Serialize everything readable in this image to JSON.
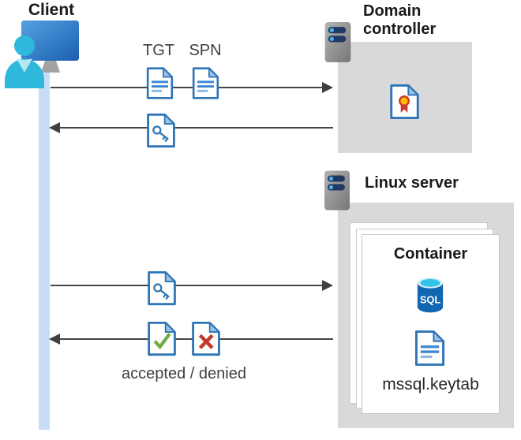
{
  "diagram": {
    "client": {
      "label": "Client",
      "icon": "client-user-monitor-icon"
    },
    "domain_controller": {
      "label": "Domain controller",
      "icon": "server-icon",
      "badge_icon": "certificate-icon"
    },
    "linux_server": {
      "label": "Linux server",
      "icon": "server-icon",
      "container": {
        "label": "Container",
        "sql_icon": "sql-database-icon",
        "sql_label": "SQL",
        "keytab_icon": "document-icon",
        "keytab_filename": "mssql.keytab"
      }
    },
    "flows": [
      {
        "from": "client",
        "to": "domain_controller",
        "direction": "right",
        "tickets": [
          "TGT",
          "SPN"
        ],
        "icons": [
          "document-ticket-icon",
          "document-ticket-icon"
        ]
      },
      {
        "from": "domain_controller",
        "to": "client",
        "direction": "left",
        "icons": [
          "key-ticket-icon"
        ]
      },
      {
        "from": "client",
        "to": "linux_server",
        "direction": "right",
        "icons": [
          "key-ticket-icon"
        ]
      },
      {
        "from": "linux_server",
        "to": "client",
        "direction": "left",
        "icons": [
          "accepted-doc-icon",
          "denied-doc-icon"
        ],
        "caption": "accepted / denied"
      }
    ],
    "colors": {
      "box_gray": "#d9d9d9",
      "doc_blue": "#2e75b6",
      "doc_fold": "#9cc2e5",
      "doc_line": "#3f87d1",
      "accepted_green": "#70ad47",
      "denied_red": "#c0392b",
      "cert_yellow": "#ffc000",
      "cert_red": "#cf3a2f",
      "sql_body_blue": "#1167b1",
      "sql_top_cyan": "#32c3e9",
      "lifeline_blue": "#c7dcf6",
      "arrow_gray": "#454545",
      "person_cyan": "#2eb8dc",
      "monitor_blue": "#2d7cc9",
      "server_pill_navy": "#1f3864"
    }
  }
}
